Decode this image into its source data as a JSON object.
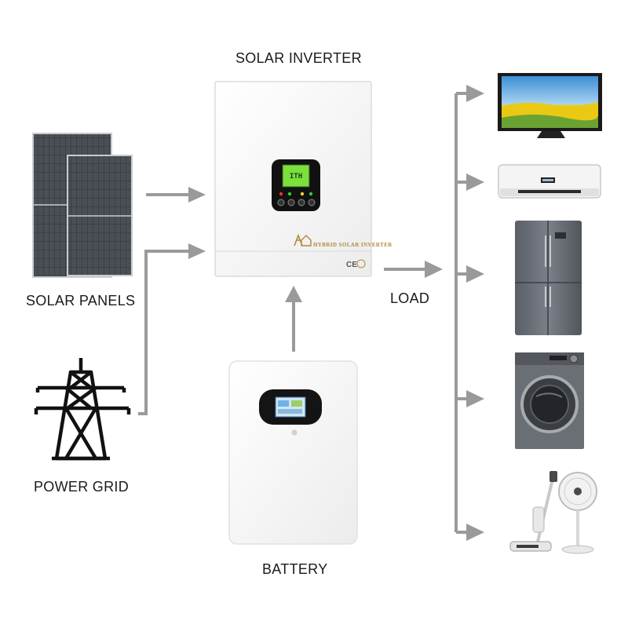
{
  "labels": {
    "inverter": "SOLAR INVERTER",
    "solar_panels": "SOLAR PANELS",
    "power_grid": "POWER GRID",
    "battery": "BATTERY",
    "load": "LOAD"
  },
  "inverter_logo_text": "HYBRID SOLAR INVERTER",
  "inverter_mark": "CE",
  "inverter_lcd": "ITH",
  "appliance_icons": [
    "tv-icon",
    "air-conditioner-icon",
    "refrigerator-icon",
    "washing-machine-icon",
    "vacuum-and-fan-icon"
  ],
  "colors": {
    "arrow": "#9a9a9a",
    "device_body": "#f7f7f7",
    "lcd_green": "#7be03c",
    "panel_cell": "#3a3d42",
    "logo_gold": "#b08a3c"
  }
}
